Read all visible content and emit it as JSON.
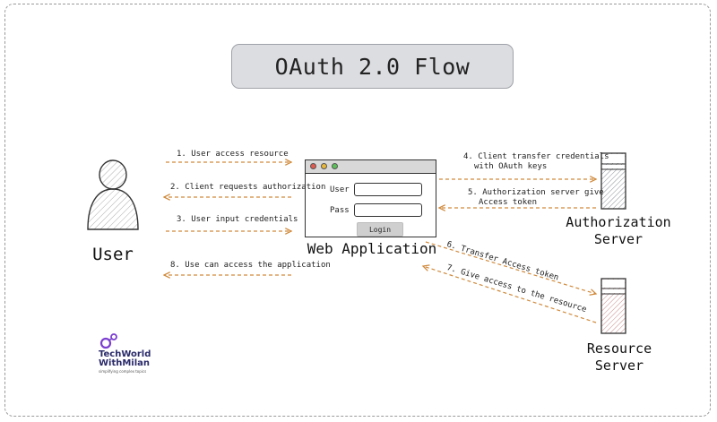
{
  "title": "OAuth 2.0 Flow",
  "actors": {
    "user": "User",
    "web_app": "Web Application",
    "auth_server_line1": "Authorization",
    "auth_server_line2": "Server",
    "resource_server_line1": "Resource",
    "resource_server_line2": "Server"
  },
  "login_form": {
    "user_label": "User",
    "pass_label": "Pass",
    "login_button": "Login"
  },
  "steps": {
    "s1": "1. User access resource",
    "s2": "2. Client requests authorization",
    "s3": "3. User input credentials",
    "s4_line1": "4. Client transfer credentials",
    "s4_line2": "with OAuth keys",
    "s5_line1": "5. Authorization server give",
    "s5_line2": "Access token",
    "s6": "6. Transfer Access token",
    "s7": "7. Give access to the resource",
    "s8": "8. Use can access the application"
  },
  "logo": {
    "line1": "TechWorld",
    "line2": "WithMilan",
    "tagline": "simplifying complex topics",
    "icon": "techworld-logo-icon"
  },
  "colors": {
    "arrow": "#d08a3c",
    "title_bg": "#dcdde1",
    "server_hatch": "#8a8f96",
    "resource_hatch": "#c98a8a"
  }
}
